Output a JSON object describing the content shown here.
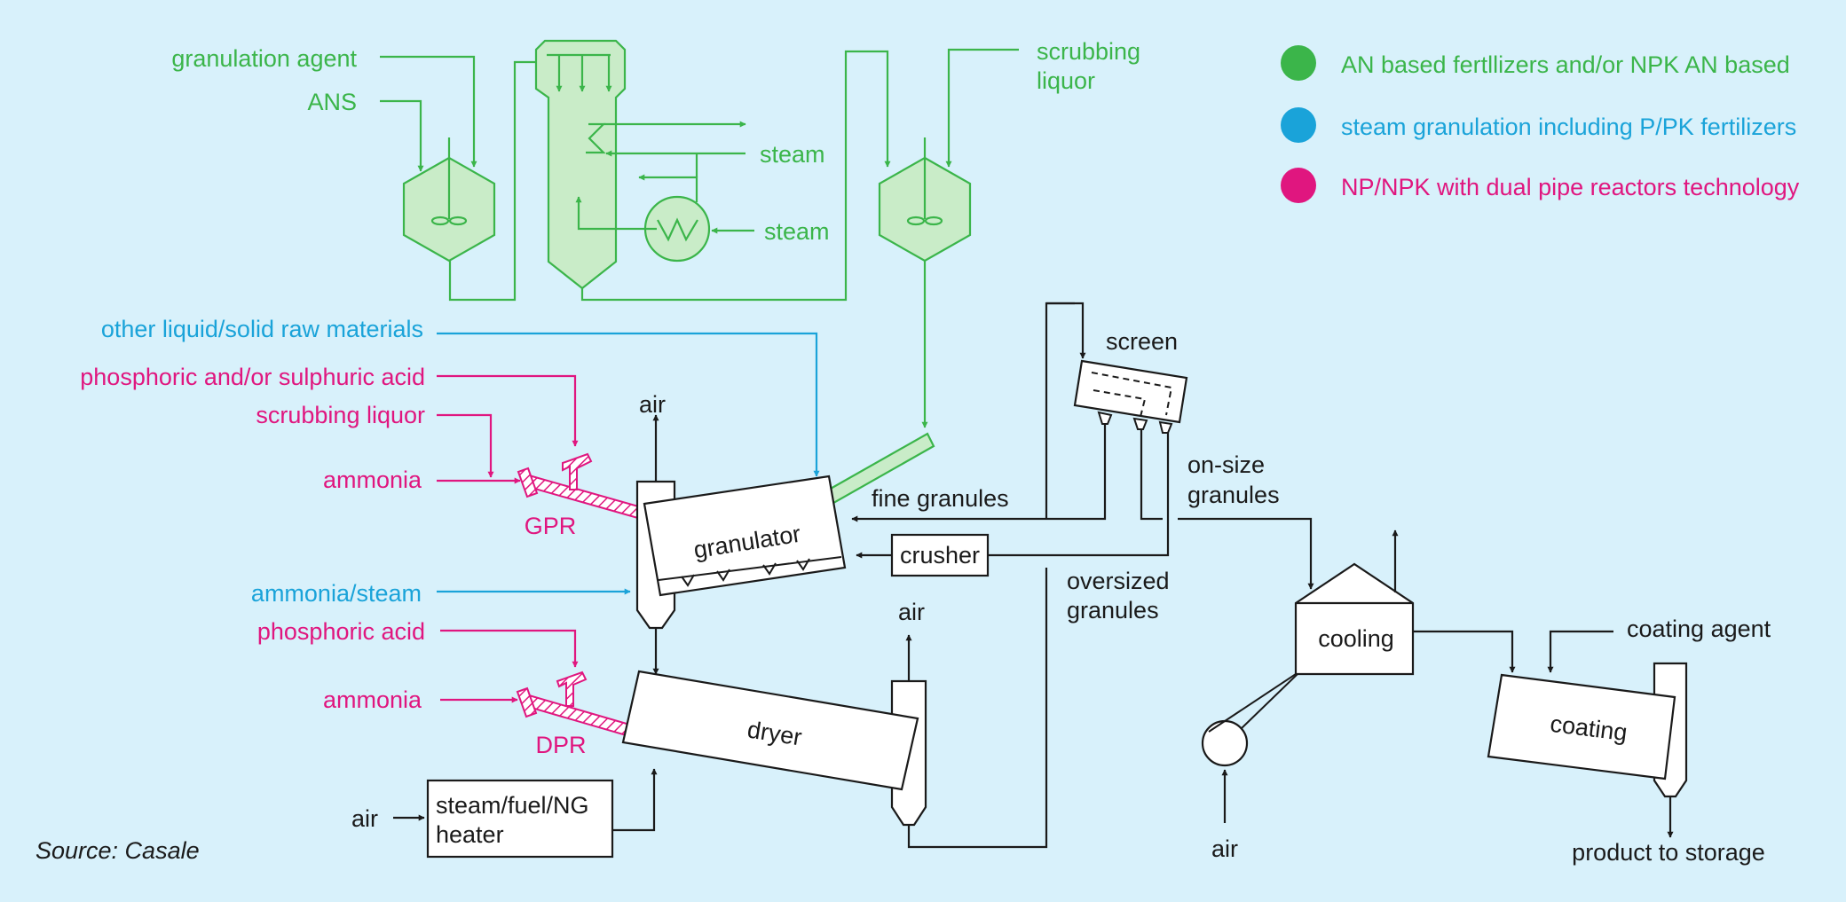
{
  "colors": {
    "background": "#d8f1fb",
    "green": "#3bb54a",
    "green_fill": "#c9ecc8",
    "blue": "#1aa3d9",
    "magenta": "#e0167f",
    "black": "#1a1a1a"
  },
  "legend": {
    "items": [
      {
        "label": "AN based fertllizers and/or NPK AN based",
        "color": "#3bb54a"
      },
      {
        "label": "steam granulation including P/PK fertilizers",
        "color": "#1aa3d9"
      },
      {
        "label": "NP/NPK with dual pipe reactors technology",
        "color": "#e0167f"
      }
    ]
  },
  "labels": {
    "granulation_agent": "granulation agent",
    "ans": "ANS",
    "steam_1": "steam",
    "steam_2": "steam",
    "scrubbing_liquor_green": [
      "scrubbing",
      "liquor"
    ],
    "other_raw": "other liquid/solid raw materials",
    "phosphoric_sulphuric": "phosphoric and/or sulphuric acid",
    "scrubbing_liquor_mag": "scrubbing liquor",
    "ammonia_1": "ammonia",
    "gpr": "GPR",
    "ammonia_steam": "ammonia/steam",
    "phosphoric_acid": "phosphoric acid",
    "ammonia_2": "ammonia",
    "dpr": "DPR",
    "air_granulator": "air",
    "air_dryer": "air",
    "air_heater": "air",
    "air_cooler": "air",
    "granulator": "granulator",
    "dryer": "dryer",
    "heater": [
      "steam/fuel/NG",
      "heater"
    ],
    "screen": "screen",
    "fine_granules": "fine granules",
    "crusher": "crusher",
    "on_size": [
      "on-size",
      "granules"
    ],
    "oversized": [
      "oversized",
      "granules"
    ],
    "cooling": "cooling",
    "coating_agent": "coating agent",
    "coating": "coating",
    "product": "product to storage",
    "source": "Source: Casale"
  }
}
